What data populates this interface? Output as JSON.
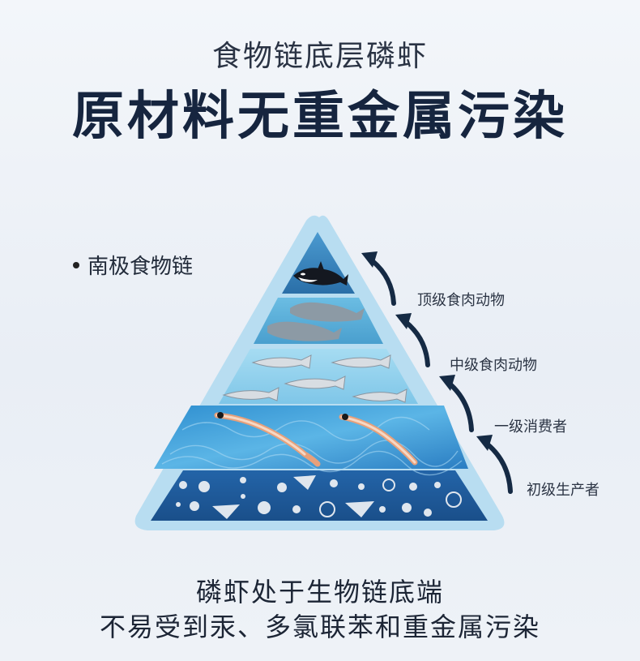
{
  "header": {
    "subtitle": "食物链底层磷虾",
    "title": "原材料无重金属污染"
  },
  "bullet": {
    "text": "南极食物链"
  },
  "pyramid": {
    "levels": [
      {
        "label": "顶级食肉动物",
        "icon": "orca-icon"
      },
      {
        "label": "中级食肉动物",
        "icon": "seal-icon"
      },
      {
        "label": "一级消费者",
        "icon": "fish-icon"
      },
      {
        "label": "初级生产者",
        "icon": "krill-icon"
      }
    ],
    "colors": {
      "outer": "#b5dcf0",
      "top": "#2f7db7",
      "seals": "#5aaed6",
      "fish": "#8fd0ec",
      "krill": "#3a9bd6",
      "plankton": "#1e5c9f",
      "arrow": "#152a44"
    }
  },
  "footer": {
    "line1": "磷虾处于生物链底端",
    "line2": "不易受到汞、多氯联苯和重金属污染"
  }
}
